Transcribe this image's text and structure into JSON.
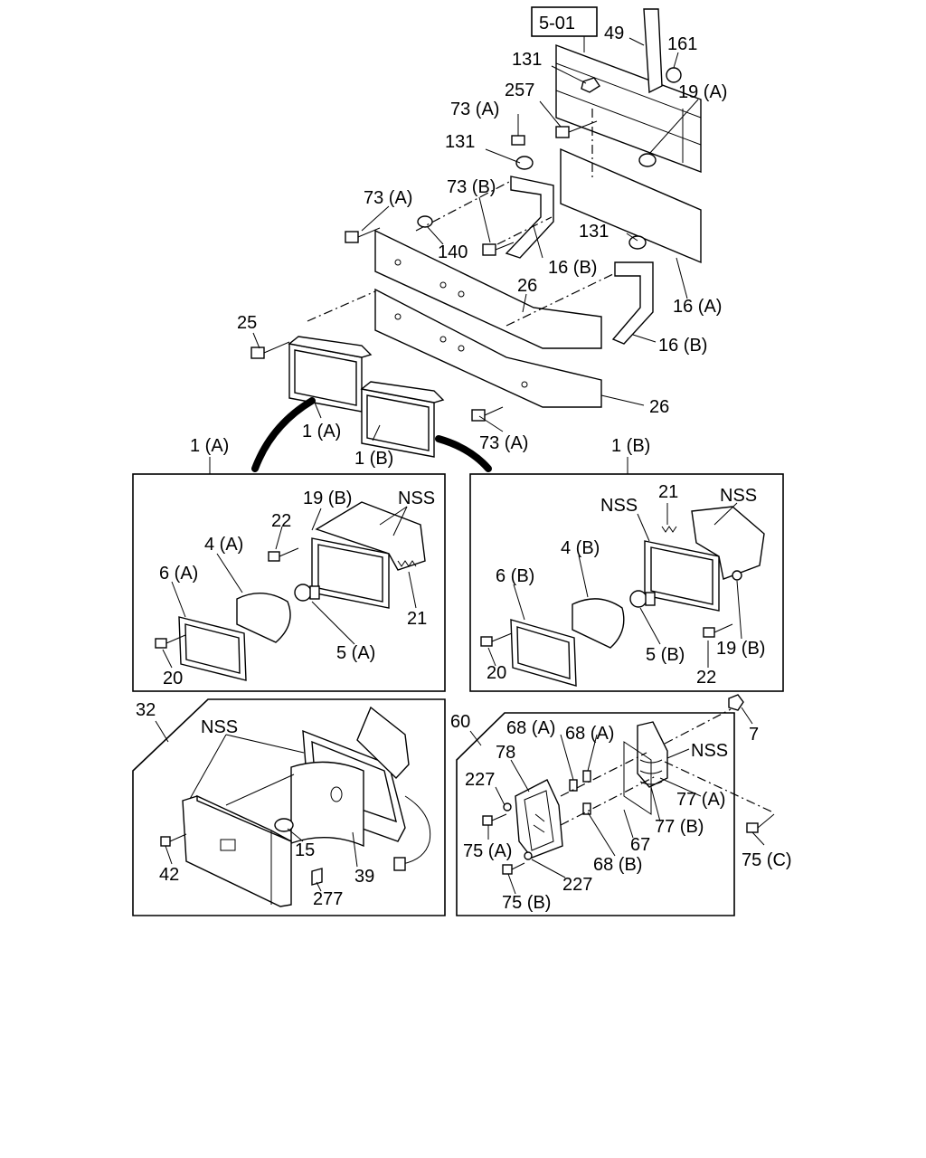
{
  "ref_box": "5-01",
  "top_labels": [
    {
      "id": "49",
      "text": "49"
    },
    {
      "id": "161",
      "text": "161"
    },
    {
      "id": "131a",
      "text": "131"
    },
    {
      "id": "19a",
      "text": "19 (A)"
    },
    {
      "id": "257",
      "text": "257"
    },
    {
      "id": "73a1",
      "text": "73 (A)"
    },
    {
      "id": "131b",
      "text": "131"
    },
    {
      "id": "73a2",
      "text": "73 (A)"
    },
    {
      "id": "73b",
      "text": "73 (B)"
    },
    {
      "id": "140",
      "text": "140"
    },
    {
      "id": "131c",
      "text": "131"
    },
    {
      "id": "16b1",
      "text": "16 (B)"
    },
    {
      "id": "16a",
      "text": "16 (A)"
    },
    {
      "id": "26a",
      "text": "26"
    },
    {
      "id": "16b2",
      "text": "16 (B)"
    },
    {
      "id": "25",
      "text": "25"
    },
    {
      "id": "1a_small",
      "text": "1 (A)"
    },
    {
      "id": "1b_small",
      "text": "1 (B)"
    },
    {
      "id": "26b",
      "text": "26"
    },
    {
      "id": "73a3",
      "text": "73 (A)"
    }
  ],
  "panel_1a": {
    "title": "1 (A)",
    "labels": [
      "19 (B)",
      "NSS",
      "22",
      "4 (A)",
      "6 (A)",
      "21",
      "5 (A)",
      "20"
    ]
  },
  "panel_1b": {
    "title": "1 (B)",
    "labels": [
      "21",
      "NSS",
      "NSS",
      "4 (B)",
      "6 (B)",
      "5 (B)",
      "19 (B)",
      "20",
      "22"
    ]
  },
  "panel_32": {
    "title": "32",
    "labels": [
      "NSS",
      "15",
      "39",
      "42",
      "277"
    ]
  },
  "panel_60": {
    "title": "60",
    "labels": [
      "68 (A)",
      "68 (A)",
      "7",
      "NSS",
      "78",
      "227",
      "77 (A)",
      "77 (B)",
      "75 (A)",
      "67",
      "68 (B)",
      "227",
      "75 (B)",
      "75 (C)"
    ]
  }
}
